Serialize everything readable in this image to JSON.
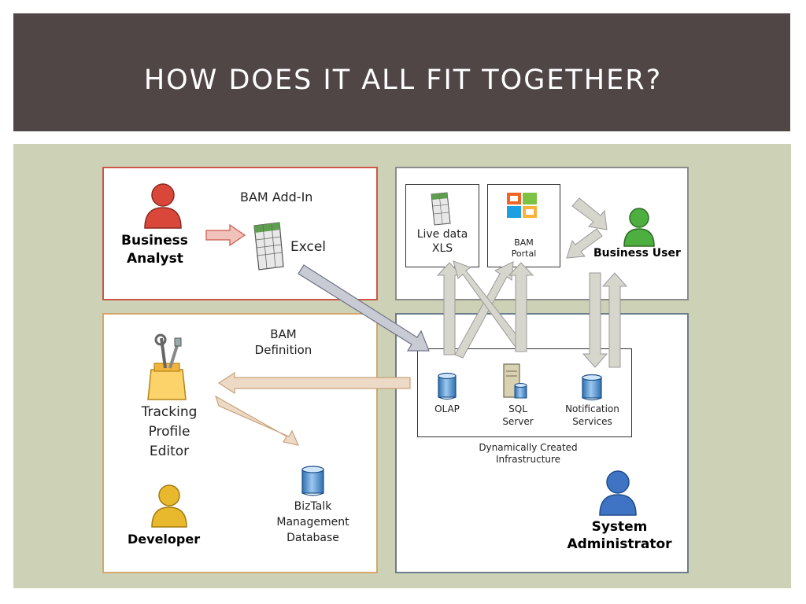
{
  "slide": {
    "title": "HOW DOES IT ALL FIT TOGETHER?"
  },
  "analyst_panel": {
    "addin_label": "BAM Add-In",
    "role_line1": "Business",
    "role_line2": "Analyst",
    "excel_label": "Excel"
  },
  "user_panel": {
    "live_line1": "Live data",
    "live_line2": "XLS",
    "portal_line1": "BAM",
    "portal_line2": "Portal",
    "role": "Business User"
  },
  "dev_panel": {
    "definition_line1": "BAM",
    "definition_line2": "Definition",
    "tool_line1": "Tracking",
    "tool_line2": "Profile",
    "tool_line3": "Editor",
    "role": "Developer",
    "db_line1": "BizTalk",
    "db_line2": "Management",
    "db_line3": "Database"
  },
  "admin_panel": {
    "olap": "OLAP",
    "sql_line1": "SQL",
    "sql_line2": "Server",
    "notif_line1": "Notification",
    "notif_line2": "Services",
    "infra_line1": "Dynamically Created",
    "infra_line2": "Infrastructure",
    "role_line1": "System",
    "role_line2": "Administrator"
  },
  "colors": {
    "title_bar": "#514646",
    "background": "#cdd2b7",
    "analyst_border": "#c9584a",
    "developer_border": "#d2a86e",
    "admin_border": "#6b7c8c",
    "person_red": "#d9473a",
    "person_green": "#4caf3f",
    "person_yellow": "#e8b92c",
    "person_blue": "#3f74c4"
  }
}
